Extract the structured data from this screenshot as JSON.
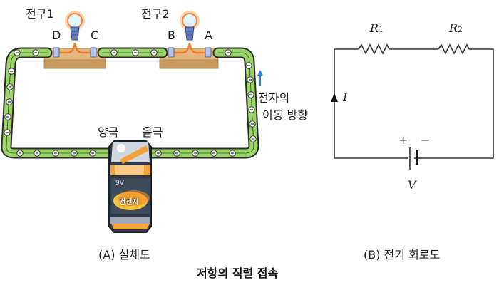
{
  "left_panel": {
    "bulb1_label": "전구1",
    "bulb2_label": "전구2",
    "terminal_labels": [
      "D",
      "C",
      "B",
      "A"
    ],
    "anode_label": "양극",
    "cathode_label": "음극",
    "electron_direction_label_line1": "전자의",
    "electron_direction_label_line2": "이동 방향",
    "battery_voltage": "9V",
    "battery_brand": "건전지",
    "electron_symbol": "−",
    "caption": "(A) 실체도"
  },
  "right_panel": {
    "resistor1_label": "R",
    "resistor1_sub": "1",
    "resistor2_label": "R",
    "resistor2_sub": "2",
    "current_label": "I",
    "plus_label": "+",
    "minus_label": "−",
    "voltage_label": "V",
    "caption": "(B) 전기 회로도"
  },
  "figure_title": "저항의 직렬 접속",
  "colors": {
    "wire_green": "#9bd468",
    "wire_outline": "#2b2b2b",
    "board": "#d8aa70",
    "filament": "#f07a2a",
    "arrow_blue": "#1a8ad4"
  }
}
